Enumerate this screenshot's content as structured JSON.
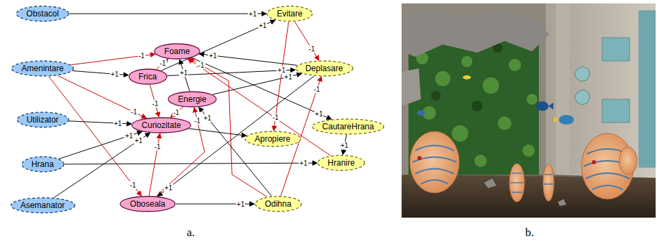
{
  "diagram": {
    "nodes": [
      {
        "text": [
          "Obstacol"
        ]
      },
      {
        "text": [
          "Amenintare"
        ]
      },
      {
        "text": [
          "Utilizator"
        ]
      },
      {
        "text": [
          "Hrana"
        ]
      },
      {
        "text": [
          "Asemanator"
        ]
      },
      {
        "text": [
          "Foame"
        ]
      },
      {
        "text": [
          "Frica"
        ]
      },
      {
        "text": [
          "Energie"
        ]
      },
      {
        "text": [
          "Curiozitate"
        ]
      },
      {
        "text": [
          "Oboseala"
        ]
      },
      {
        "text": [
          "Evitare"
        ]
      },
      {
        "text": [
          "Deplasare"
        ]
      },
      {
        "text": [
          "CautareHrana"
        ]
      },
      {
        "text": [
          "Apropiere"
        ]
      },
      {
        "text": [
          "Hranire"
        ]
      },
      {
        "text": [
          "Odihna"
        ]
      }
    ],
    "edges": [
      {
        "from": 0,
        "to": 10,
        "arrow": "to",
        "label": "+1"
      },
      {
        "from": 1,
        "to": 5,
        "arrow": "to",
        "label": "-1"
      },
      {
        "from": 1,
        "to": 6,
        "arrow": "to",
        "label": "+1"
      },
      {
        "from": 1,
        "to": 8,
        "arrow": "to",
        "label": "-1"
      },
      {
        "from": 1,
        "to": 9,
        "arrow": "to",
        "label": "-1"
      },
      {
        "from": 2,
        "to": 8,
        "arrow": "to",
        "label": "+1"
      },
      {
        "from": 3,
        "to": 8,
        "arrow": "to",
        "label": "+1"
      },
      {
        "from": 4,
        "to": 8,
        "arrow": "to",
        "label": "+1"
      },
      {
        "from": 3,
        "to": 14,
        "arrow": "to",
        "label": "+1"
      },
      {
        "from": 6,
        "to": 5,
        "arrow": "to",
        "label": "-1"
      },
      {
        "from": 6,
        "to": 10,
        "arrow": "to",
        "label": "+1"
      },
      {
        "from": 6,
        "to": 8,
        "arrow": "to",
        "label": "-1"
      },
      {
        "from": 6,
        "to": 11,
        "arrow": "to",
        "label": "+1"
      },
      {
        "from": 7,
        "to": 5,
        "arrow": "to",
        "label": "+1"
      },
      {
        "from": 7,
        "to": 11,
        "arrow": "to",
        "label": "+1"
      },
      {
        "from": 7,
        "to": 8,
        "arrow": "to",
        "label": "-1"
      },
      {
        "from": 5,
        "to": 12,
        "arrow": "to",
        "label": "+1"
      },
      {
        "from": 11,
        "to": 5,
        "arrow": "to",
        "label": "+1"
      },
      {
        "from": 14,
        "to": 5,
        "arrow": "to",
        "label": "-1"
      },
      {
        "from": 15,
        "to": 5,
        "arrow": "to",
        "label": "-1"
      },
      {
        "from": 10,
        "to": 11,
        "arrow": "to",
        "label": "-1"
      },
      {
        "from": 10,
        "to": 13,
        "arrow": "to",
        "label": "-1"
      },
      {
        "from": 8,
        "to": 13,
        "arrow": "to"
      },
      {
        "from": 11,
        "to": 9,
        "arrow": "to",
        "label": "+1"
      },
      {
        "from": 15,
        "to": 11,
        "arrow": "to",
        "label": "-1"
      },
      {
        "from": 9,
        "to": 8,
        "arrow": "to",
        "label": "-1"
      },
      {
        "from": 9,
        "to": 7,
        "arrow": "to",
        "label": "-1"
      },
      {
        "from": 15,
        "to": 7,
        "arrow": "to",
        "label": "+1"
      },
      {
        "from": 9,
        "to": 15,
        "arrow": "to",
        "label": "+1"
      },
      {
        "from": 12,
        "to": 14,
        "arrow": "to",
        "label": "+1"
      }
    ],
    "labels": [
      "a.",
      "b."
    ]
  }
}
